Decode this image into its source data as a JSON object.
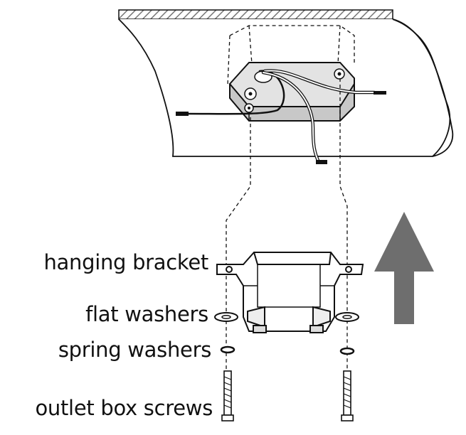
{
  "labels": {
    "hanging_bracket": "hanging bracket",
    "flat_washers": "flat washers",
    "spring_washers": "spring washers",
    "outlet_box_screws": "outlet box screws"
  },
  "colors": {
    "line": "#111111",
    "arrow": "#6e6e6e",
    "hatch_fill": "#bdbdbd",
    "box_fill": "#d8d8d8"
  },
  "icons": {
    "arrow": "up-arrow-icon"
  }
}
